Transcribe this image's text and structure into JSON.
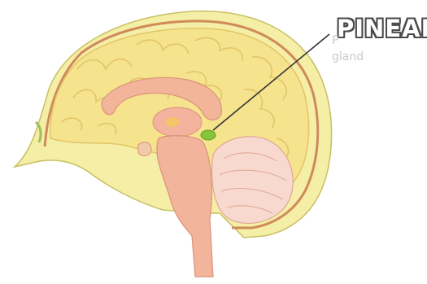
{
  "labels": {
    "main": "PINEAL",
    "faint_line1": "P",
    "faint_line2": "gland"
  },
  "colors": {
    "scalp": "#f5eea6",
    "scalp_outline": "#c9bf63",
    "meninges": "#cf8a5a",
    "cortex": "#f6e38e",
    "cortex_fold": "#e2c567",
    "corpus_callosum": "#f3b59a",
    "brainstem": "#f2b49a",
    "cerebellum": "#f7d9cf",
    "pineal": "#86c43c",
    "pointer": "#333333"
  }
}
